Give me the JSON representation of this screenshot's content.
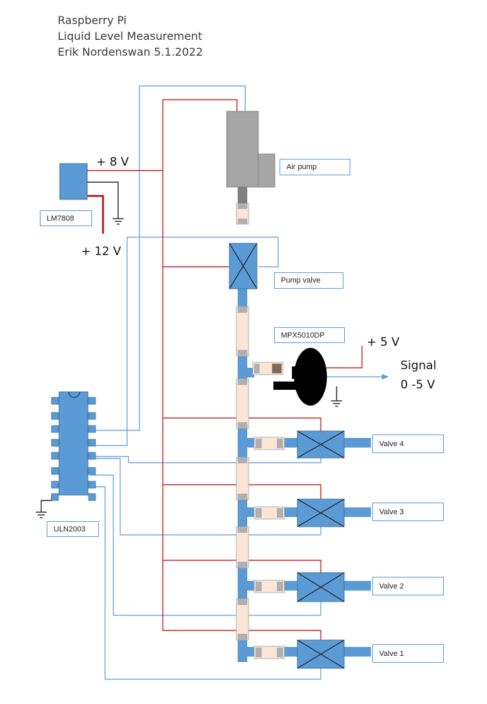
{
  "title": {
    "line1": "Raspberry Pi",
    "line2": "Liquid Level Measurement",
    "line3": "Erik Nordenswan 5.1.2022"
  },
  "components": {
    "regulator": "LM7808",
    "driver": "ULN2003",
    "air_pump": "Air pump",
    "pump_valve": "Pump valve",
    "sensor": "MPX5010DP",
    "valve4": "Valve 4",
    "valve3": "Valve 3",
    "valve2": "Valve 2",
    "valve1": "Valve 1"
  },
  "voltages": {
    "v8": "+ 8 V",
    "v12": "+ 12 V",
    "v5": "+ 5 V",
    "signal": "Signal",
    "signal_range": "0 -5 V"
  },
  "colors": {
    "power_wire": "#c00000",
    "control_wire": "#5b9bd5",
    "tube": "#5b9bd5",
    "pump_body": "#a5a5a5",
    "sensor_body": "#000000",
    "connector": "#fbe5d6"
  }
}
